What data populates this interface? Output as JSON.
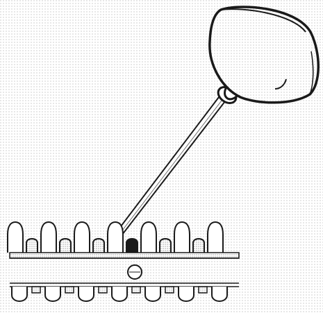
{
  "figure": {
    "kind": "patent line drawing",
    "elements": [
      "plunger-cup",
      "plunger-handle",
      "upper-bump-row",
      "rail-lines",
      "center-ball",
      "lower-bump-row"
    ],
    "colors": {
      "line": "#1a1a1a",
      "stipple": "#8c8c8c",
      "background": "#ffffff"
    }
  }
}
